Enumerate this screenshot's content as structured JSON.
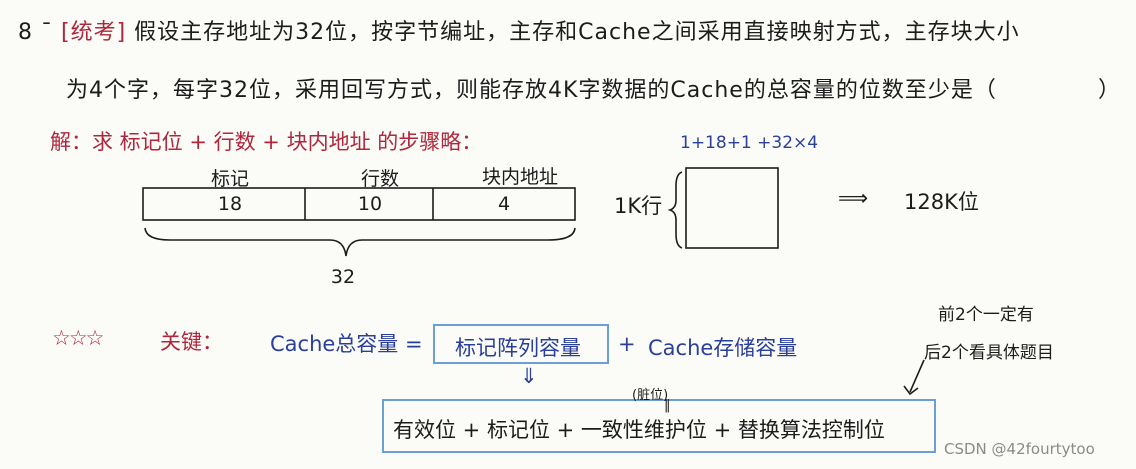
{
  "question": {
    "number": "8",
    "dash": "ˉ",
    "tag": "[统考]",
    "line1": "假设主存地址为32位，按字节编址，主存和Cache之间采用直接映射方式，主存块大小",
    "line2": "为4个字，每字32位，采用回写方式，则能存放4K字数据的Cache的总容量的位数至少是（",
    "close_paren": "）"
  },
  "solution": {
    "title": "解：求 标记位 + 行数 + 块内地址 的步骤略：",
    "fields": [
      {
        "label": "标记",
        "value": "18"
      },
      {
        "label": "行数",
        "value": "10"
      },
      {
        "label": "块内地址",
        "value": "4"
      }
    ],
    "total_width": "32",
    "formula_top": "1+18+1 +32×4",
    "rows_label": "1K行",
    "arrow": "⟹",
    "result": "128K位"
  },
  "key": {
    "stars": "☆☆☆",
    "label": "关键：",
    "lhs": "Cache总容量 =",
    "term1": "标记阵列容量",
    "plus": "+",
    "term2": "Cache存储容量",
    "down_arrow": "⇓",
    "dirty_note": "(脏位)",
    "dirty_mark": "‖",
    "expansion": "有效位 + 标记位 + 一致性维护位 + 替换算法控制位",
    "side_note1": "前2个一定有",
    "side_note2": "后2个看具体题目",
    "side_arrow": "↙"
  },
  "watermark": "CSDN @42fourtytoo",
  "colors": {
    "red_ink": "#b0263a",
    "blue_ink": "#2a3f9a",
    "box_outline": "#6a9fd4"
  }
}
